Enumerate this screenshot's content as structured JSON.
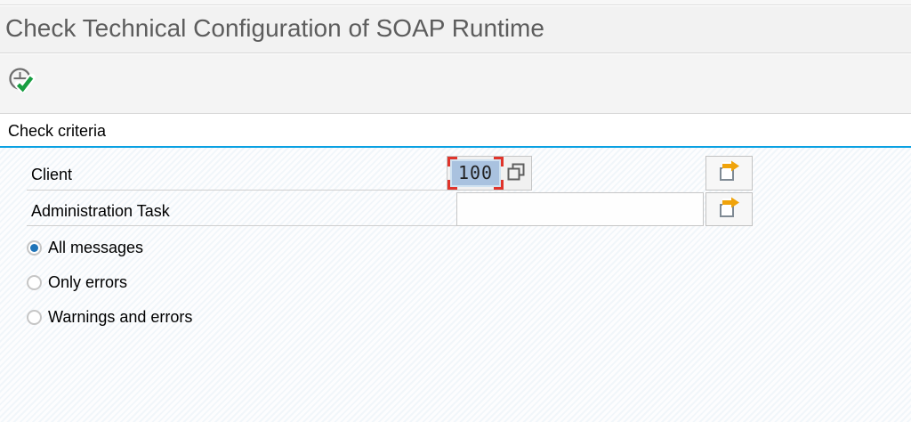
{
  "window": {
    "title": "Check Technical Configuration of SOAP Runtime"
  },
  "toolbar": {
    "icons": {
      "execute": "clock-with-green-checkmark"
    }
  },
  "section": {
    "title": "Check criteria"
  },
  "fields": {
    "client": {
      "label": "Client",
      "value": "100",
      "text_selected": true,
      "focused": true,
      "icons": {
        "value_help": "overlapping-squares"
      }
    },
    "administration_task": {
      "label": "Administration Task",
      "value": ""
    },
    "multi_select_icon": "orange-arrow-over-box"
  },
  "radio_group": {
    "options": [
      {
        "label": "All messages",
        "selected": true
      },
      {
        "label": "Only errors",
        "selected": false
      },
      {
        "label": "Warnings and errors",
        "selected": false
      }
    ]
  },
  "colors": {
    "section_underline": "#0aa1e2",
    "selection_background": "#a9c2df",
    "focus_frame_red": "#e0342b",
    "multi_select_arrow_orange": "#f0a30a",
    "radio_selected_blue": "#1f74b8",
    "execute_check_green": "#189e41",
    "title_text_gray": "#5d5d5d"
  }
}
